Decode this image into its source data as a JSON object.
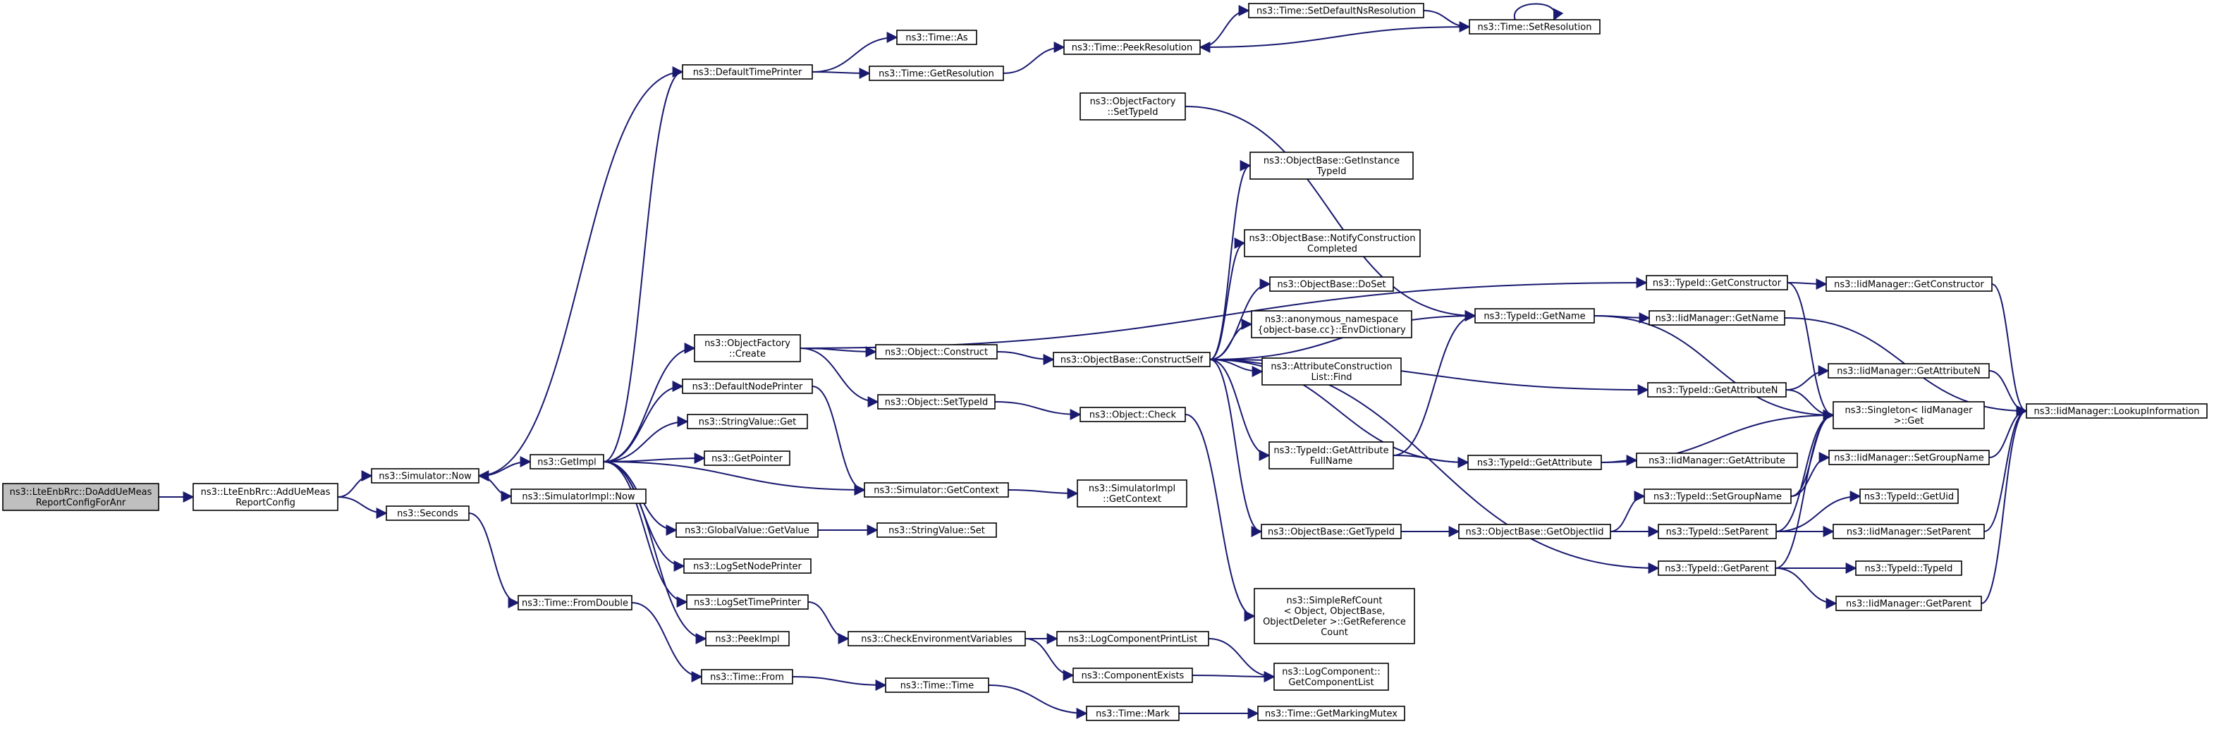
{
  "colors": {
    "edge": "#191970",
    "node_border": "#000000",
    "node_fill": "#ffffff",
    "root_fill": "#bfbfbf"
  },
  "nodes": {
    "root": [
      "ns3::LteEnbRrc::DoAddUeMeas",
      "ReportConfigForAnr"
    ],
    "addUeMeas": [
      "ns3::LteEnbRrc::AddUeMeas",
      "ReportConfig"
    ],
    "simNow": [
      "ns3::Simulator::Now"
    ],
    "seconds": [
      "ns3::Seconds"
    ],
    "getImpl": [
      "ns3::GetImpl"
    ],
    "simImplNow": [
      "ns3::SimulatorImpl::Now"
    ],
    "fromDouble": [
      "ns3::Time::FromDouble"
    ],
    "defaultTimePrinter": [
      "ns3::DefaultTimePrinter"
    ],
    "objFactoryCreate": [
      "ns3::ObjectFactory",
      "::Create"
    ],
    "defaultNodePrinter": [
      "ns3::DefaultNodePrinter"
    ],
    "stringValueGet": [
      "ns3::StringValue::Get"
    ],
    "getPointer": [
      "ns3::GetPointer"
    ],
    "globalValueGetValue": [
      "ns3::GlobalValue::GetValue"
    ],
    "logSetNodePrinter": [
      "ns3::LogSetNodePrinter"
    ],
    "logSetTimePrinter": [
      "ns3::LogSetTimePrinter"
    ],
    "peekImpl": [
      "ns3::PeekImpl"
    ],
    "timeFrom": [
      "ns3::Time::From"
    ],
    "timeAs": [
      "ns3::Time::As"
    ],
    "timeGetResolution": [
      "ns3::Time::GetResolution"
    ],
    "objectConstruct": [
      "ns3::Object::Construct"
    ],
    "objectSetTypeId": [
      "ns3::Object::SetTypeId"
    ],
    "simGetContext": [
      "ns3::Simulator::GetContext"
    ],
    "stringValueSet": [
      "ns3::StringValue::Set"
    ],
    "checkEnvVars": [
      "ns3::CheckEnvironmentVariables"
    ],
    "timeTime": [
      "ns3::Time::Time"
    ],
    "peekResolution": [
      "ns3::Time::PeekResolution"
    ],
    "ofSetTypeId": [
      "ns3::ObjectFactory",
      "::SetTypeId"
    ],
    "constructSelf": [
      "ns3::ObjectBase::ConstructSelf"
    ],
    "objectCheck": [
      "ns3::Object::Check"
    ],
    "simImplGetContext": [
      "ns3::SimulatorImpl",
      "::GetContext"
    ],
    "logComponentPrintList": [
      "ns3::LogComponentPrintList"
    ],
    "componentExists": [
      "ns3::ComponentExists"
    ],
    "timeMark": [
      "ns3::Time::Mark"
    ],
    "setDefaultNsRes": [
      "ns3::Time::SetDefaultNsResolution"
    ],
    "getInstanceTypeId": [
      "ns3::ObjectBase::GetInstance",
      "TypeId"
    ],
    "notifyConstruction": [
      "ns3::ObjectBase::NotifyConstruction",
      "Completed"
    ],
    "doSet": [
      "ns3::ObjectBase::DoSet"
    ],
    "envDictionary": [
      "ns3::anonymous_namespace",
      "{object-base.cc}::EnvDictionary"
    ],
    "attrConstructionFind": [
      "ns3::AttributeConstruction",
      "List::Find"
    ],
    "getAttributeFullName": [
      "ns3::TypeId::GetAttribute",
      "FullName"
    ],
    "objectBaseGetTypeId": [
      "ns3::ObjectBase::GetTypeId"
    ],
    "simpleRefCount": [
      "ns3::SimpleRefCount",
      "< Object, ObjectBase,",
      " ObjectDeleter >::GetReference",
      "Count"
    ],
    "getComponentList": [
      "ns3::LogComponent::",
      "GetComponentList"
    ],
    "getMarkingMutex": [
      "ns3::Time::GetMarkingMutex"
    ],
    "setResolution": [
      "ns3::Time::SetResolution"
    ],
    "typeIdGetName": [
      "ns3::TypeId::GetName"
    ],
    "typeIdGetAttribute": [
      "ns3::TypeId::GetAttribute"
    ],
    "getObjectIid": [
      "ns3::ObjectBase::GetObjectIid"
    ],
    "getConstructor": [
      "ns3::TypeId::GetConstructor"
    ],
    "iidGetName": [
      "ns3::IidManager::GetName"
    ],
    "getAttributeN": [
      "ns3::TypeId::GetAttributeN"
    ],
    "iidGetAttribute": [
      "ns3::IidManager::GetAttribute"
    ],
    "setGroupName": [
      "ns3::TypeId::SetGroupName"
    ],
    "setParent": [
      "ns3::TypeId::SetParent"
    ],
    "getParent": [
      "ns3::TypeId::GetParent"
    ],
    "iidGetConstructor": [
      "ns3::IidManager::GetConstructor"
    ],
    "iidGetAttributeN": [
      "ns3::IidManager::GetAttributeN"
    ],
    "singletonGet": [
      "ns3::Singleton< IidManager",
      " >::Get"
    ],
    "iidSetGroupName": [
      "ns3::IidManager::SetGroupName"
    ],
    "getUid": [
      "ns3::TypeId::GetUid"
    ],
    "iidSetParent": [
      "ns3::IidManager::SetParent"
    ],
    "typeIdTypeId": [
      "ns3::TypeId::TypeId"
    ],
    "iidGetParent": [
      "ns3::IidManager::GetParent"
    ],
    "lookupInformation": [
      "ns3::IidManager::LookupInformation"
    ]
  }
}
